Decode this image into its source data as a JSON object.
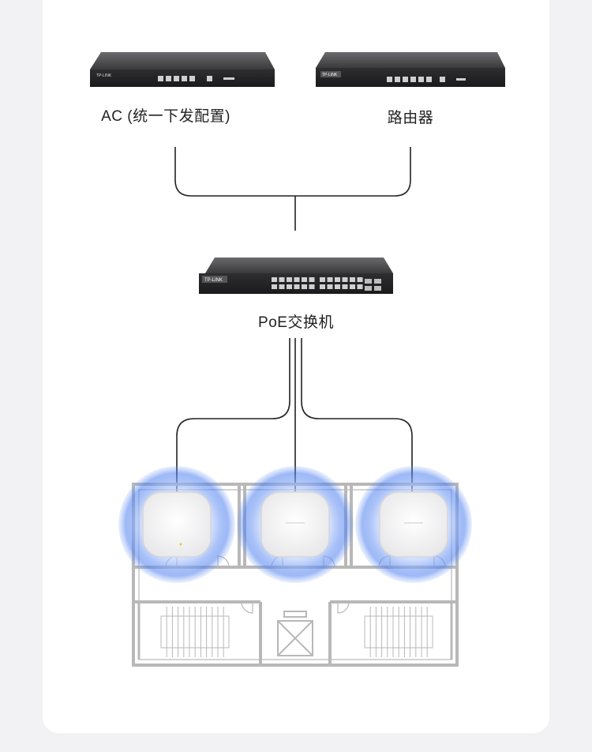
{
  "devices": {
    "ac": {
      "label": "AC (统一下发配置)",
      "brand": "TP-LINK"
    },
    "router": {
      "label": "路由器",
      "brand": "TP-LINK"
    },
    "switch": {
      "label": "PoE交换机",
      "brand": "TP-LINK"
    }
  },
  "access_points": {
    "count": 3
  },
  "colors": {
    "background": "#f2f2f4",
    "card": "#ffffff",
    "cable": "#222222",
    "device_body": "#3a3a3c",
    "signal": "#3a6fe0",
    "floor_wall": "#b8b8b8"
  }
}
